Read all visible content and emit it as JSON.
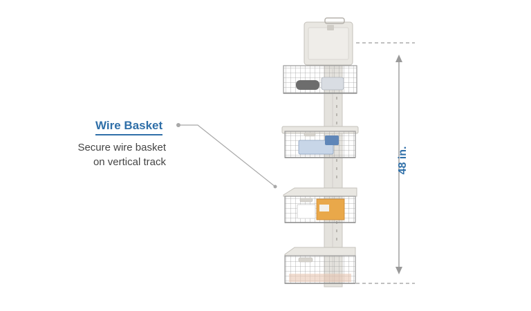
{
  "callout": {
    "title": "Wire Basket",
    "description_lines": [
      "Secure wire basket",
      "on vertical track"
    ]
  },
  "dimension": {
    "label": "48 in."
  },
  "colors": {
    "accent": "#2f6fa8",
    "text": "#444444",
    "guide_line": "#a8a8a8",
    "unit": "#e9e7e2",
    "wire": "#9a9a9a"
  }
}
